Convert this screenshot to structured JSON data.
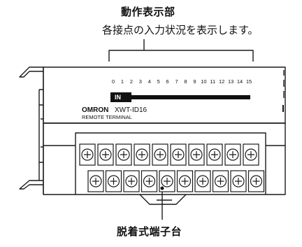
{
  "callouts": {
    "indicator_title": "動作表示部",
    "indicator_desc": "各接点の入力状況を表示します。",
    "terminal_title": "脱着式端子台"
  },
  "device": {
    "brand": "OMRON",
    "model": "XWT-ID16",
    "subtitle": "REMOTE TERMINAL",
    "in_label": "IN",
    "channels": [
      "0",
      "1",
      "2",
      "3",
      "4",
      "5",
      "6",
      "7",
      "8",
      "9",
      "10",
      "11",
      "12",
      "13",
      "14",
      "15"
    ]
  },
  "terminal_symbol": "⊕",
  "colors": {
    "line": "#1a1a1a",
    "fill": "#ffffff",
    "bar": "#111111"
  }
}
